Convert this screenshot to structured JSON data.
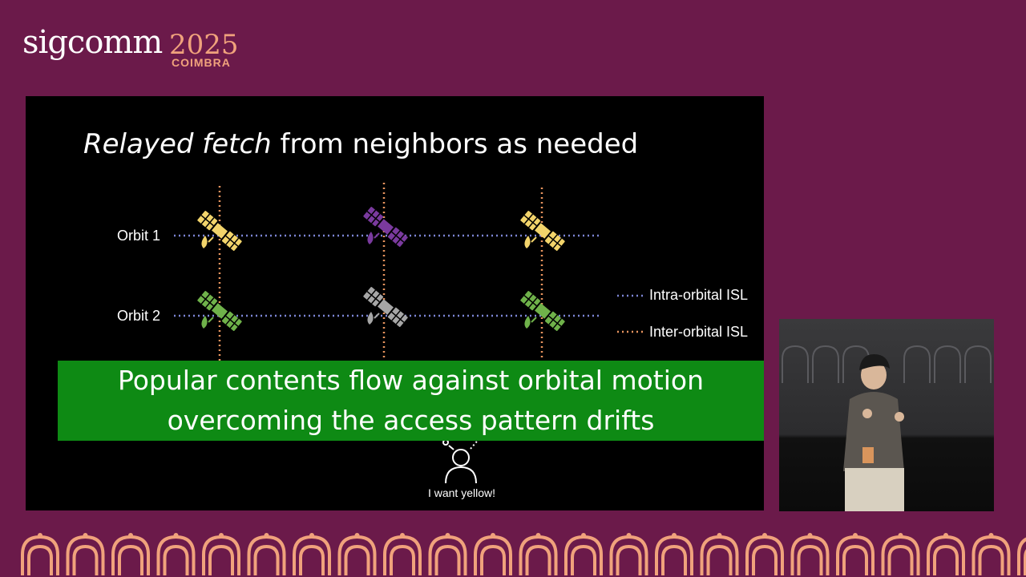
{
  "logo": {
    "name": "sigcomm",
    "year": "2025",
    "city": "COIMBRA"
  },
  "slide": {
    "title_italic": "Relayed fetch",
    "title_rest": " from neighbors as needed",
    "orbits": [
      "Orbit 1",
      "Orbit 2"
    ],
    "legend": {
      "intra": "Intra-orbital ISL",
      "inter": "Inter-orbital ISL"
    },
    "banner": {
      "line1": "Popular contents flow against orbital motion",
      "line2": "overcoming the access pattern drifts"
    },
    "user_caption": "I want yellow!"
  },
  "colors": {
    "background": "#6b1a4a",
    "accent": "#f0a27c",
    "banner": "#0e8a14",
    "intra_line": "#7d86d6",
    "inter_line": "#e8945e",
    "sat_yellow": "#f2d46b",
    "sat_purple": "#7a3a9e",
    "sat_green": "#6fb24a",
    "sat_gray": "#a6a6a6"
  },
  "icons": [
    "satellite-icon",
    "user-icon",
    "arch-pattern-icon"
  ]
}
